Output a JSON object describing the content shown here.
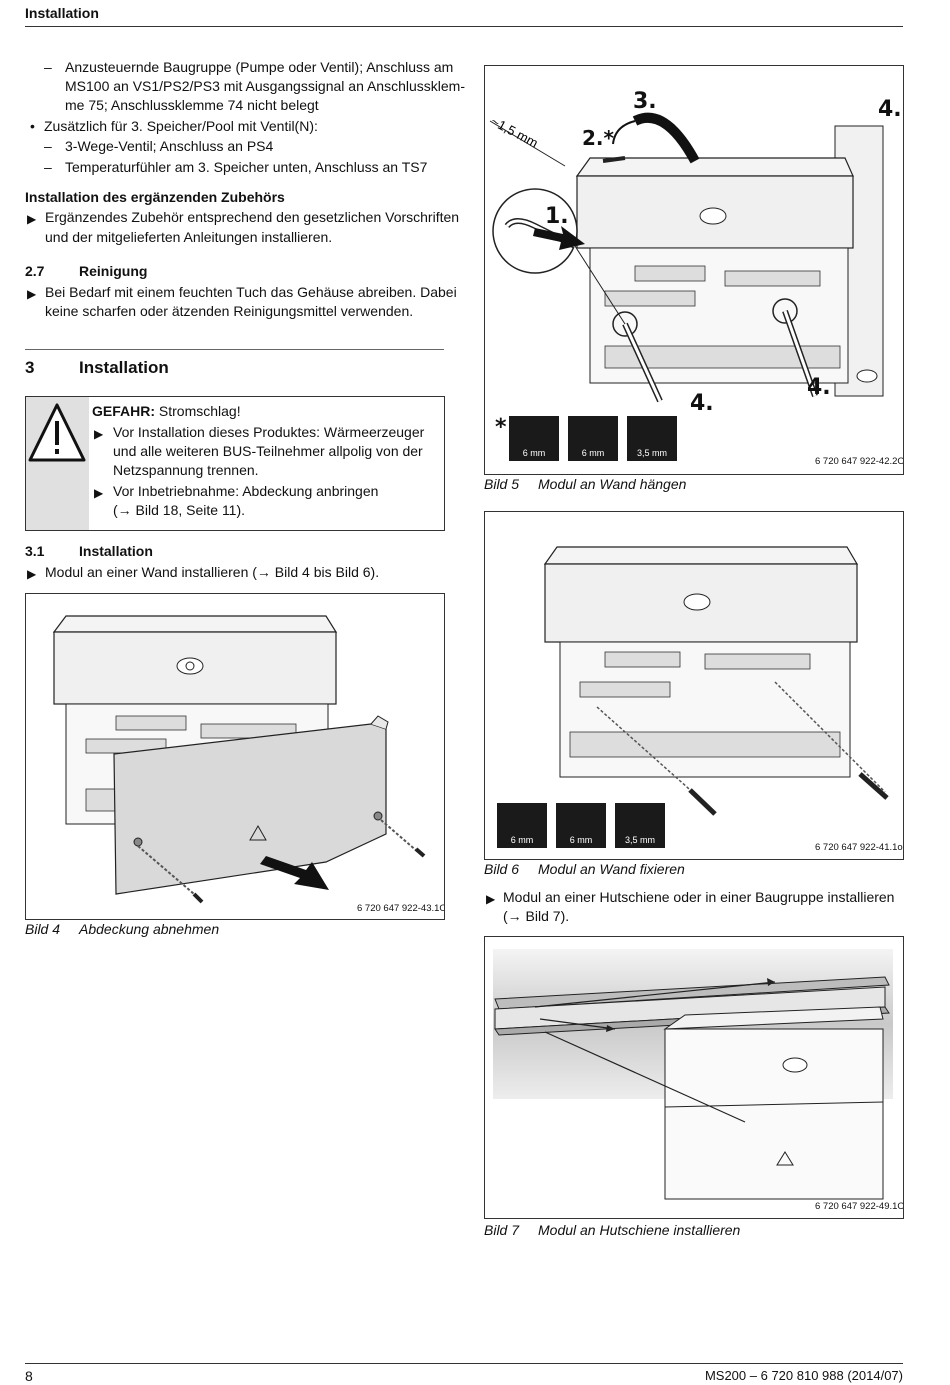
{
  "header": {
    "title": "Installation"
  },
  "left": {
    "list1": [
      {
        "type": "dash",
        "text": "Anzusteuernde Baugruppe (Pumpe oder Ventil); Anschluss am"
      },
      {
        "type": "cont",
        "text": "MS100 an VS1/PS2/PS3 mit Ausgangssignal an Anschlussklem-"
      },
      {
        "type": "cont",
        "text": "me 75; Anschlussklemme 74 nicht belegt"
      },
      {
        "type": "dot",
        "text": "Zusätzlich für 3. Speicher/Pool mit Ventil(N):"
      },
      {
        "type": "dash",
        "text": "3-Wege-Ventil; Anschluss an PS4"
      },
      {
        "type": "dash",
        "text": "Temperaturfühler am 3. Speicher unten, Anschluss an TS7"
      }
    ],
    "zubehoer": {
      "heading": "Installation des ergänzenden Zubehörs",
      "lines": [
        "Ergänzendes Zubehör entsprechend den gesetzlichen Vorschriften",
        "und der mitgelieferten Anleitungen installieren."
      ]
    },
    "reinigung": {
      "num": "2.7",
      "title": "Reinigung",
      "lines": [
        "Bei Bedarf mit einem feuchten Tuch das Gehäuse abreiben. Dabei",
        "keine scharfen oder ätzenden Reinigungsmittel verwenden."
      ]
    },
    "section3": {
      "num": "3",
      "title": "Installation"
    },
    "warning": {
      "label": "GEFAHR:",
      "text": "Stromschlag!",
      "item1": [
        "Vor Installation dieses Produktes: Wärmeerzeuger",
        "und alle weiteren BUS-Teilnehmer allpolig von der",
        "Netzspannung trennen."
      ],
      "item2": [
        "Vor Inbetriebnahme: Abdeckung anbringen",
        "(→ Bild 18, Seite 11)."
      ]
    },
    "sub31": {
      "num": "3.1",
      "title": "Installation",
      "line": "Modul an einer Wand installieren (→ Bild 4 bis Bild 6)."
    },
    "fig4": {
      "code": "6 720 647 922-43.1O",
      "num": "Bild 4",
      "caption": "Abdeckung abnehmen"
    }
  },
  "right": {
    "fig5": {
      "code": "6 720 647 922-42.2O",
      "num": "Bild 5",
      "caption": "Modul an Wand hängen",
      "steps": [
        "1.",
        "2.*",
        "3.",
        "4.",
        "4.",
        "4."
      ],
      "dim": "~1,5 mm",
      "star": "*",
      "tools": [
        "6 mm",
        "6 mm",
        "3,5 mm"
      ]
    },
    "fig6": {
      "code": "6 720 647 922-41.1o",
      "num": "Bild 6",
      "caption": "Modul an Wand fixieren",
      "tools": [
        "6 mm",
        "6 mm",
        "3,5 mm"
      ]
    },
    "hutschiene": [
      "Modul an einer Hutschiene oder in einer Baugruppe installieren",
      "(→ Bild 7)."
    ],
    "fig7": {
      "code": "6 720 647 922-49.1O",
      "num": "Bild 7",
      "caption": "Modul an Hutschiene installieren"
    }
  },
  "footer": {
    "page": "8",
    "doc": "MS200 – 6 720 810 988 (2014/07)"
  }
}
